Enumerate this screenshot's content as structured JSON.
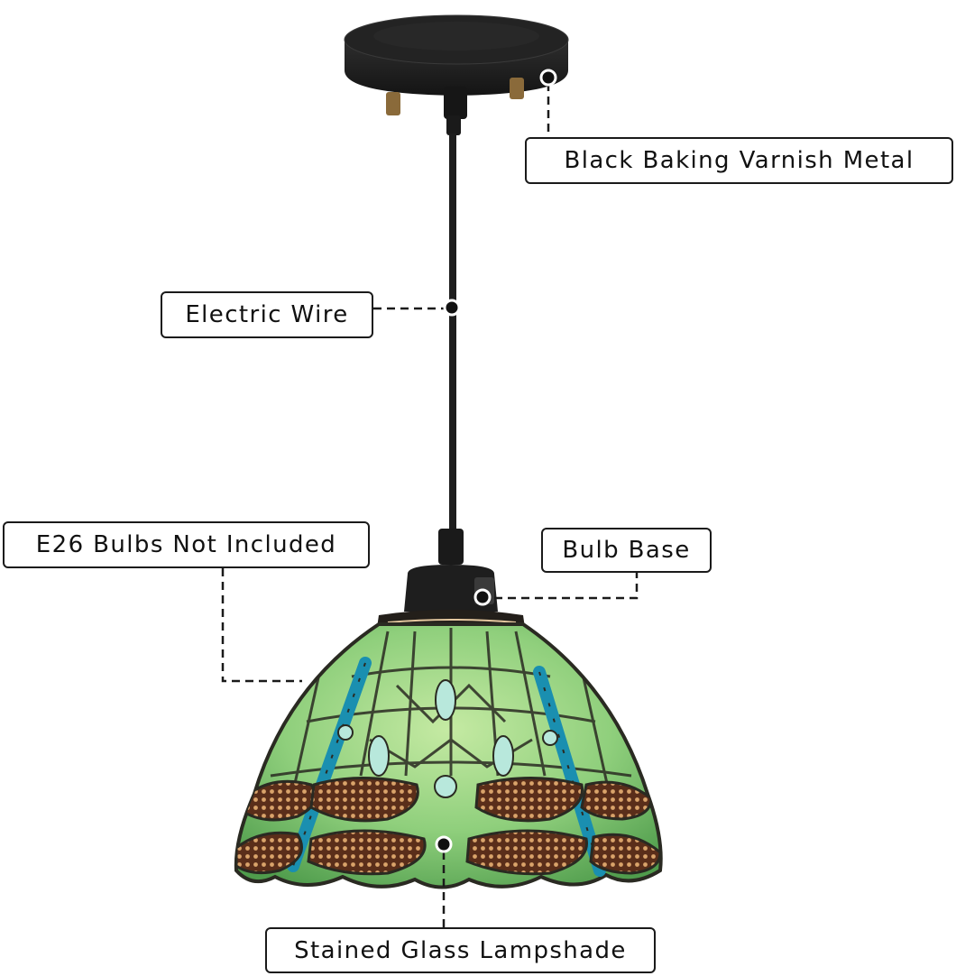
{
  "callouts": {
    "mount": "Black Baking Varnish Metal",
    "wire": "Electric Wire",
    "bulbs": "E26 Bulbs Not Included",
    "base": "Bulb Base",
    "shade": "Stained Glass Lampshade"
  },
  "colors": {
    "metal": "#1b1b1b",
    "glass_green": "#8fcf7c",
    "glass_dark_green": "#4f9c4c",
    "dragonfly_blue": "#1a8fb0",
    "wing_brown": "#6b3a22",
    "lead_line": "#2a2a22",
    "callout_border": "#1a1a1a"
  }
}
